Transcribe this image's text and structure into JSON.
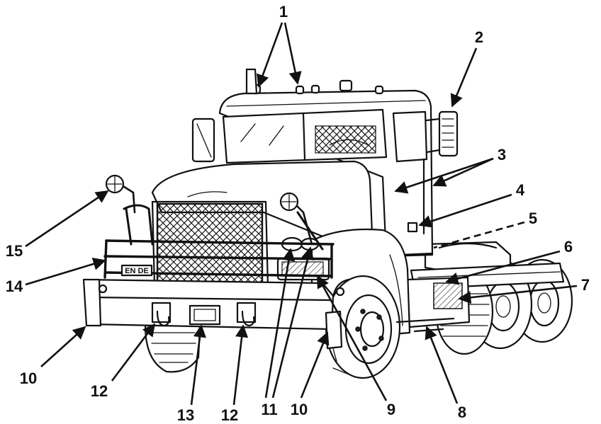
{
  "callouts": {
    "c1": "1",
    "c2": "2",
    "c3": "3",
    "c4": "4",
    "c5": "5",
    "c6": "6",
    "c7": "7",
    "c8": "8",
    "c9": "9",
    "c10a": "10",
    "c10b": "10",
    "c11": "11",
    "c12a": "12",
    "c12b": "12",
    "c13": "13",
    "c14": "14",
    "c15": "15"
  },
  "bumper_plate": "EN DE"
}
